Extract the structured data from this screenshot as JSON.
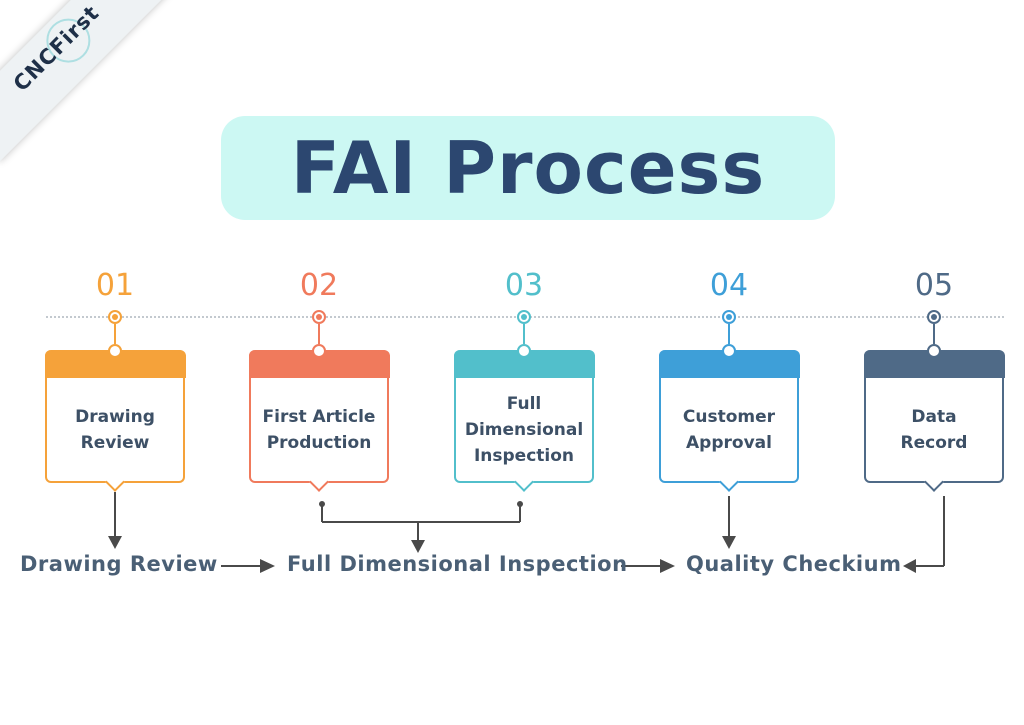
{
  "brand": {
    "logo_text": "CNCFirst"
  },
  "title": "FAI Process",
  "steps": [
    {
      "number": "01",
      "label": "Drawing\nReview",
      "color": "#f5a23a"
    },
    {
      "number": "02",
      "label": "First Article\nProduction",
      "color": "#f07a5c"
    },
    {
      "number": "03",
      "label": "Full\nDimensional\nInspection",
      "color": "#52bfcb"
    },
    {
      "number": "04",
      "label": "Customer\nApproval",
      "color": "#3e9fd8"
    },
    {
      "number": "05",
      "label": "Data\nRecord",
      "color": "#4f6a87"
    }
  ],
  "flow": [
    {
      "label": "Drawing Review"
    },
    {
      "label": "Full Dimensional Inspection"
    },
    {
      "label": "Quality Checkium"
    }
  ],
  "colors": {
    "title_bg": "#ccf8f3",
    "title_text": "#2c4770",
    "connector": "#4a4a4a",
    "flow_text": "#4a5f75"
  }
}
